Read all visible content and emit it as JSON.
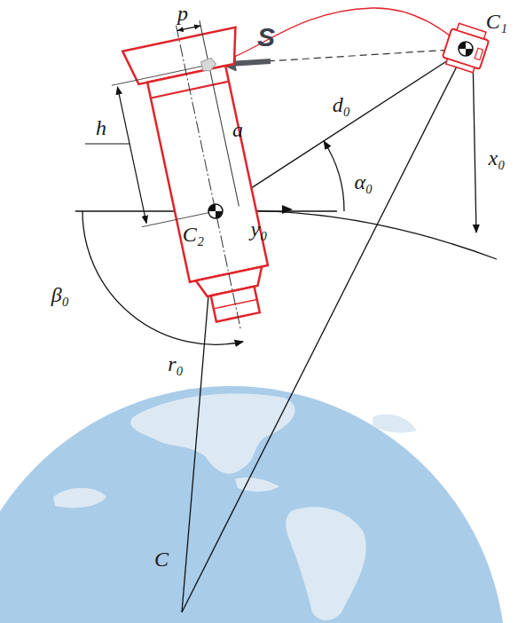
{
  "diagram": {
    "labels": [
      "p",
      "S",
      "C₁",
      "a",
      "d₀",
      "h",
      "α₀",
      "x₀",
      "C₂",
      "y₀",
      "β₀",
      "r₀",
      "C"
    ]
  }
}
